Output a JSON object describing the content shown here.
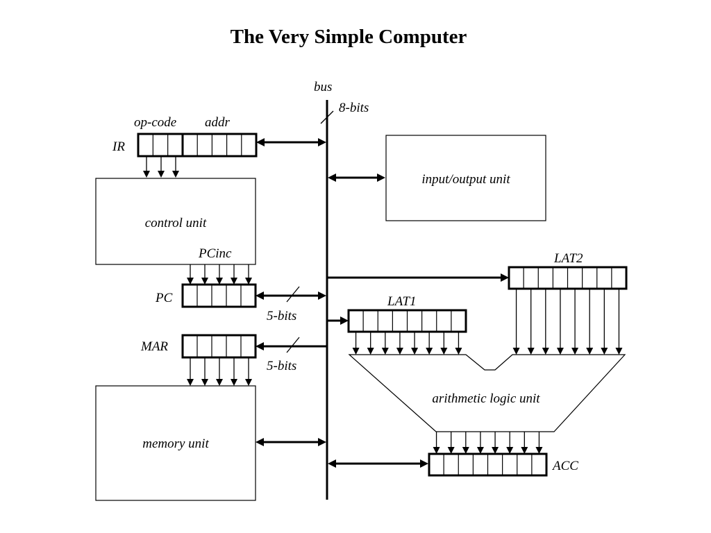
{
  "title": "The Very Simple Computer",
  "bus": {
    "label": "bus",
    "width_label": "8-bits"
  },
  "ir": {
    "label": "IR",
    "opcode_label": "op-code",
    "addr_label": "addr",
    "opcode_bits": 3,
    "addr_bits": 5
  },
  "control_unit": {
    "label": "control unit",
    "pcinc_label": "PCinc"
  },
  "pc": {
    "label": "PC",
    "bits": 5,
    "bus_width_label": "5-bits"
  },
  "mar": {
    "label": "MAR",
    "bits": 5,
    "bus_width_label": "5-bits"
  },
  "memory_unit": {
    "label": "memory unit"
  },
  "io_unit": {
    "label": "input/output unit"
  },
  "lat1": {
    "label": "LAT1",
    "bits": 8
  },
  "lat2": {
    "label": "LAT2",
    "bits": 8
  },
  "alu": {
    "label": "arithmetic logic unit"
  },
  "acc": {
    "label": "ACC",
    "bits": 8
  }
}
